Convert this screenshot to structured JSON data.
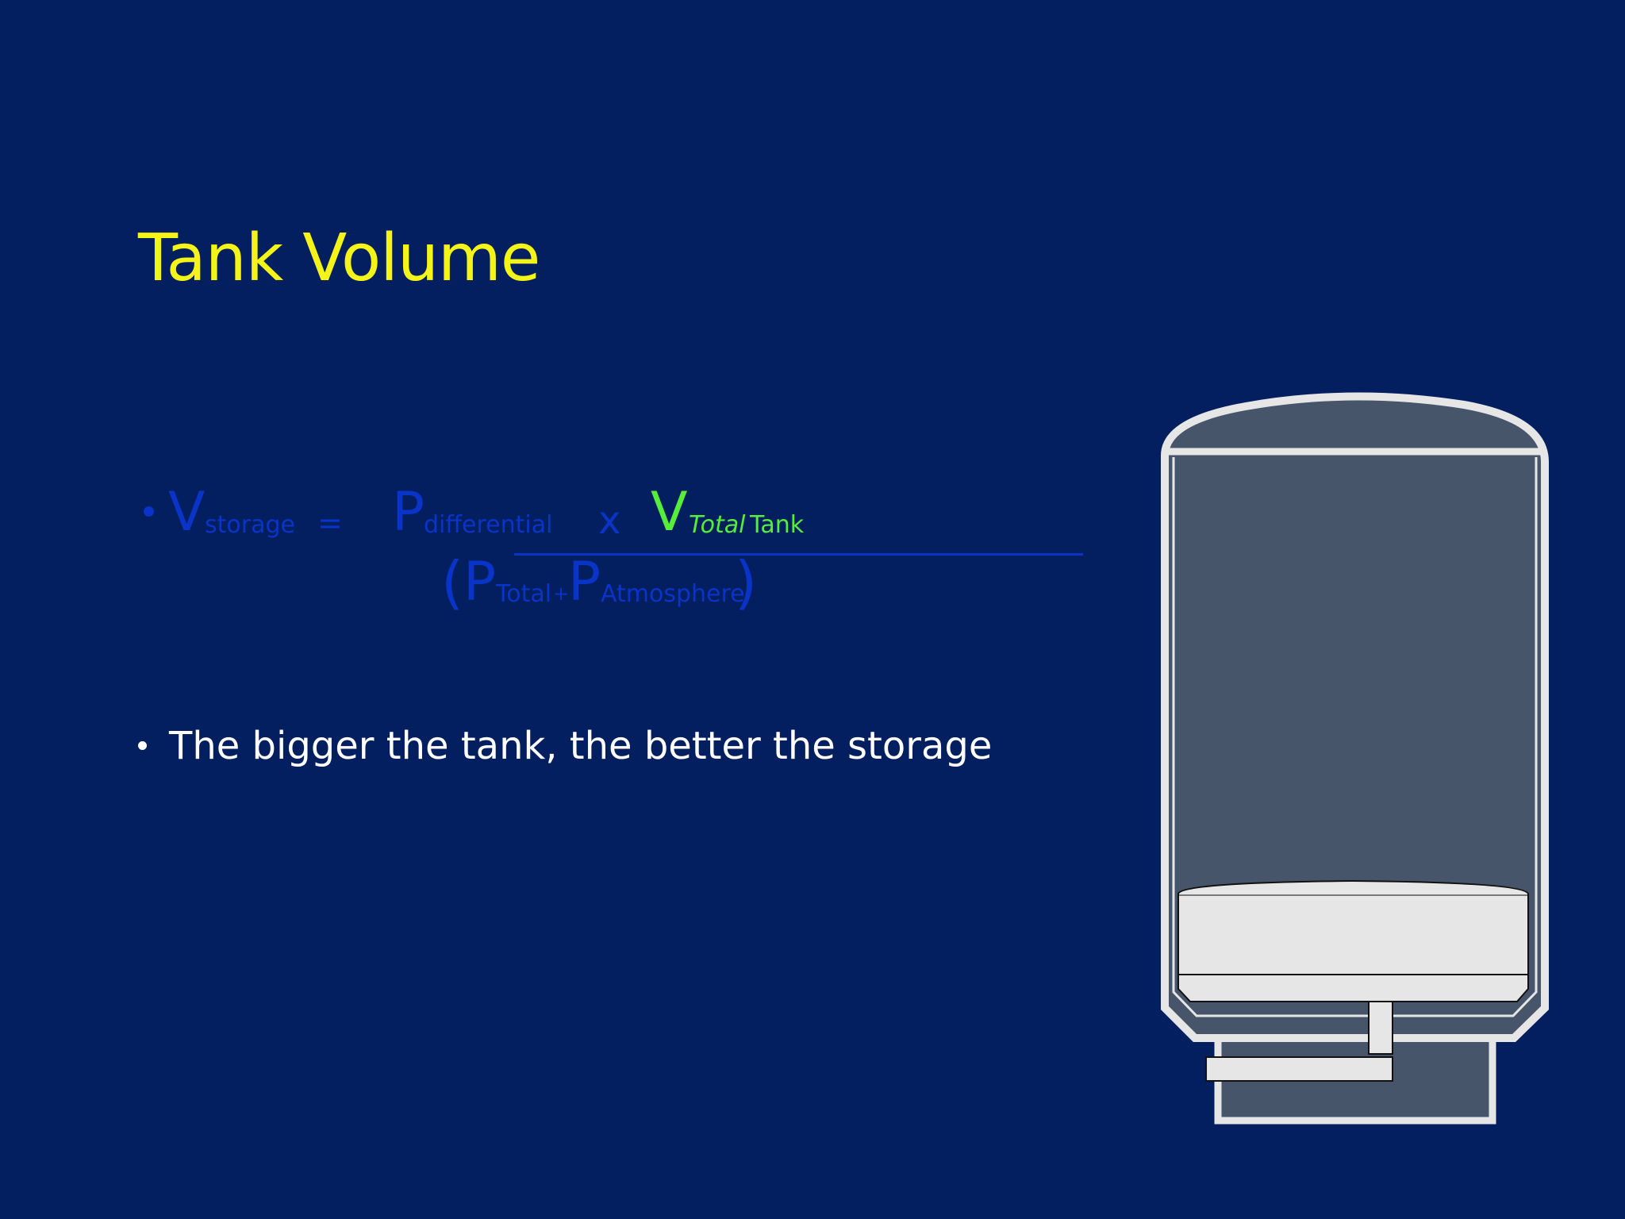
{
  "slide": {
    "title": "Tank Volume",
    "formula": {
      "v": "V",
      "v_sub": "storage",
      "equals": "=",
      "p1": "P",
      "p1_sub": "differential",
      "times": "x",
      "v2": "V",
      "v2_sub_italic": "Total",
      "v2_sub": "Tank",
      "open_paren": "(",
      "p2": "P",
      "p2_sub": "Total",
      "plus": "+",
      "p3": "P",
      "p3_sub": "Atmosphere",
      "close_paren": ")"
    },
    "bullet": "The bigger the tank, the better the storage"
  },
  "colors": {
    "background": "#031f5f",
    "title": "#f4f418",
    "formula": "#0a33c8",
    "formula_highlight": "#55ee3a",
    "tank_fill": "#465569",
    "tank_outline": "#e6e6e6",
    "bladder": "#e6e6e6"
  },
  "icons": {
    "illustration": "pressure-tank-icon"
  }
}
